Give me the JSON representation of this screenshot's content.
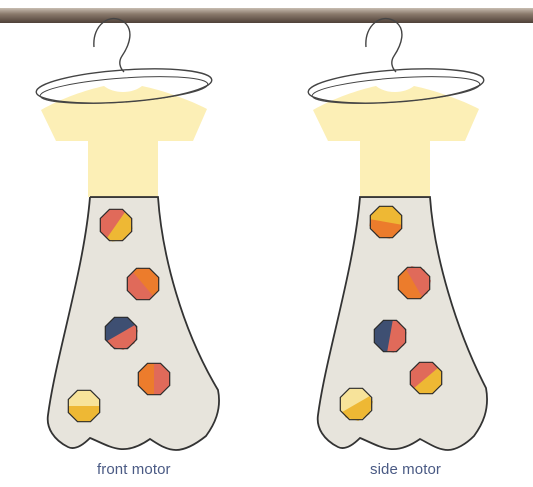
{
  "captions": {
    "front": "front motor",
    "side": "side motor"
  },
  "colors": {
    "rod": "#6a5a4e",
    "shirt": "#fcefb6",
    "bag": "#e7e4dc",
    "outline": "#333333",
    "ball_dark_blue": "#3e4f72",
    "ball_red": "#e06a5a",
    "ball_orange": "#ec7c2c",
    "ball_yellow": "#eeb834",
    "ball_pale": "#f7e39a",
    "caption": "#4a5a84"
  },
  "figures": [
    {
      "id": "front",
      "balls": [
        {
          "colors": [
            "ball_red",
            "ball_yellow"
          ],
          "split": 35
        },
        {
          "colors": [
            "ball_red",
            "ball_orange"
          ],
          "split": -40
        },
        {
          "colors": [
            "ball_dark_blue",
            "ball_red"
          ],
          "split": 60
        },
        {
          "colors": [
            "ball_orange",
            "ball_red"
          ],
          "split": 0
        },
        {
          "colors": [
            "ball_pale",
            "ball_yellow"
          ],
          "split": 90
        }
      ]
    },
    {
      "id": "side",
      "balls": [
        {
          "colors": [
            "ball_yellow",
            "ball_orange"
          ],
          "split": 100
        },
        {
          "colors": [
            "ball_orange",
            "ball_red"
          ],
          "split": -30
        },
        {
          "colors": [
            "ball_dark_blue",
            "ball_red"
          ],
          "split": 10
        },
        {
          "colors": [
            "ball_red",
            "ball_yellow"
          ],
          "split": 50
        },
        {
          "colors": [
            "ball_pale",
            "ball_yellow"
          ],
          "split": 60
        }
      ]
    }
  ]
}
